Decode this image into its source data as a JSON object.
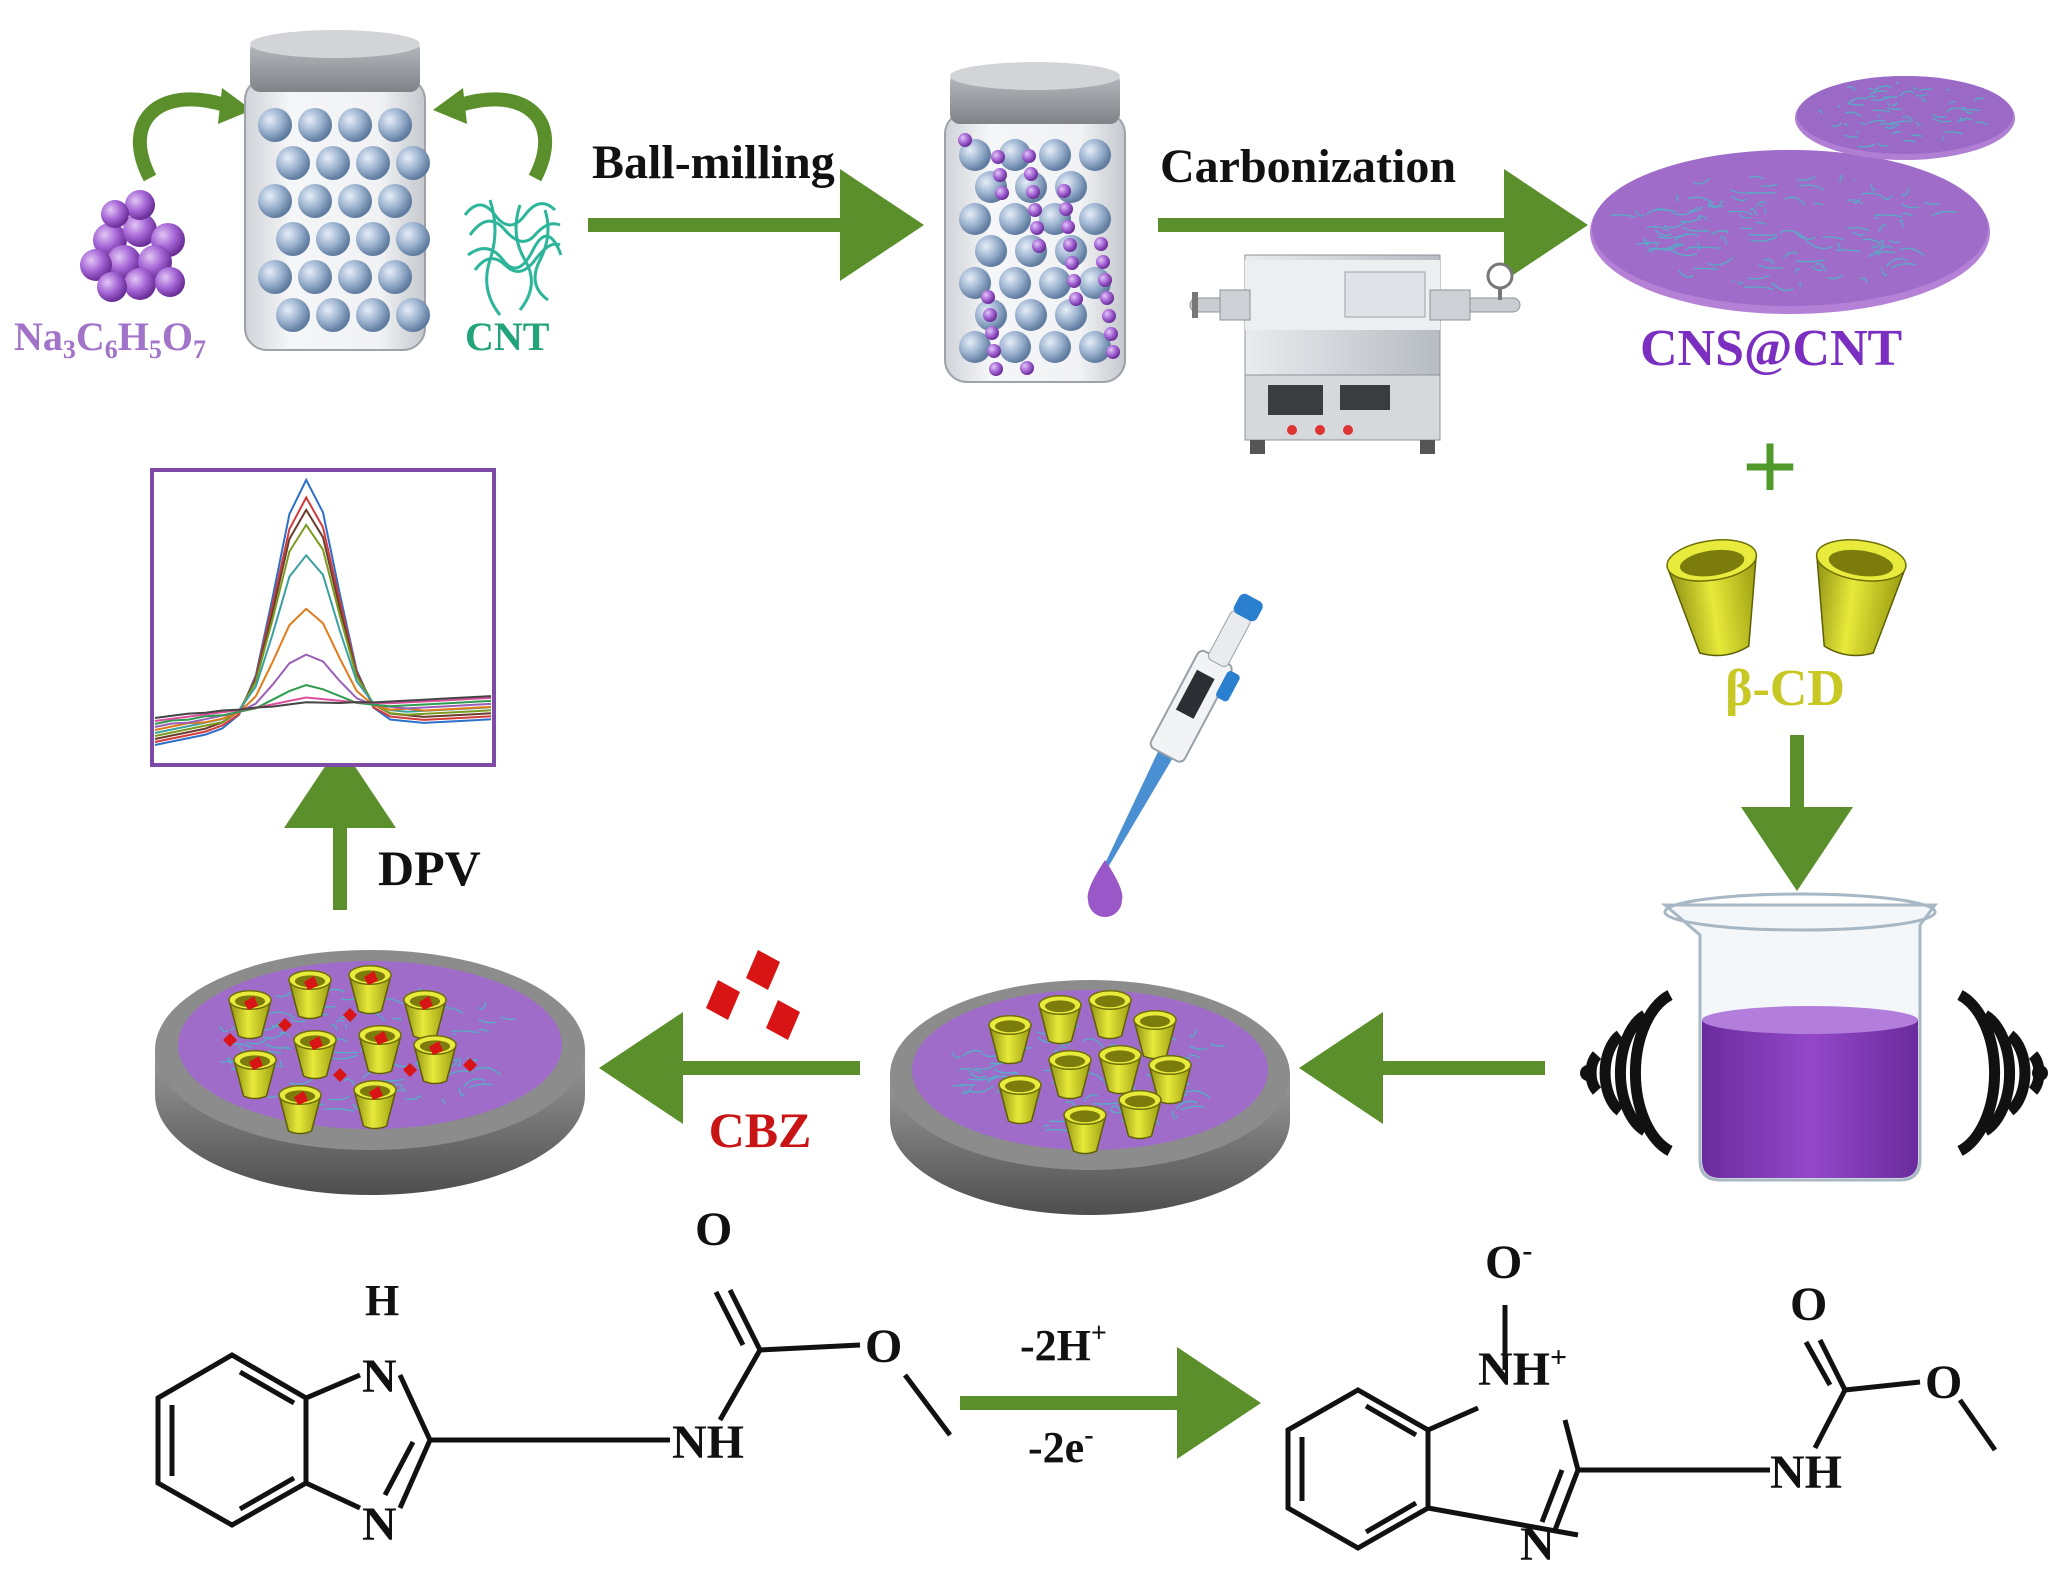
{
  "labels": {
    "sodium_citrate": {
      "main": "Na",
      "s1": "3",
      "c": "C",
      "s2": "6",
      "h": "H",
      "s3": "5",
      "o": "O",
      "s4": "7"
    },
    "cnt": "CNT",
    "ball_milling": "Ball-milling",
    "carbonization": "Carbonization",
    "cns_cnt": "CNS@CNT",
    "plus": "+",
    "beta_cd": "β-CD",
    "dpv": "DPV",
    "cbz": "CBZ"
  },
  "reaction": {
    "reactant": {
      "h": "H",
      "n1": "N",
      "n2": "N",
      "nh": "NH",
      "o_carbonyl": "O",
      "o_ester": "O"
    },
    "product": {
      "o_minus": "O",
      "o_charge": "-",
      "nh_plus": "NH",
      "nh_charge": "+",
      "n2": "N",
      "nh": "NH",
      "o_carbonyl": "O",
      "o_ester": "O"
    },
    "condition_top": {
      "text": "-2H",
      "sup": "+"
    },
    "condition_bottom": {
      "text": "-2e",
      "sup": "-"
    }
  },
  "colors": {
    "arrow": "#5a8f2c",
    "purple_text": "#a274c9",
    "cnt_text": "#23a37a",
    "cns_text": "#7a2fc1",
    "beta_cd_text": "#c8c825",
    "cbz_text": "#c81414",
    "plus": "#4f9a2a",
    "frame": "#7d4aa8"
  },
  "icons": [
    "green-curved-arrow-icon",
    "sphere-cluster-icon",
    "cnt-fiber-icon",
    "jar-icon",
    "tube-furnace-icon",
    "film-disk-icon",
    "cone-cup-icon",
    "beaker-icon",
    "sound-wave-icon",
    "electrode-icon",
    "pipette-icon",
    "droplet-icon",
    "diamond-icon"
  ],
  "chart_data": {
    "type": "line",
    "title": "",
    "xlabel": "",
    "ylabel": "",
    "x": [
      0,
      1,
      2,
      3,
      4,
      5,
      6,
      7,
      8,
      9,
      10,
      11,
      12,
      13,
      14,
      15,
      16,
      17,
      18,
      19,
      20
    ],
    "series": [
      {
        "values": [
          0,
          0.1,
          0.2,
          0.3,
          0.5,
          1.0,
          2.5,
          5.5,
          8.7,
          10,
          8.7,
          5.5,
          2.5,
          1.0,
          0.5,
          0.4,
          0.3,
          0.3,
          0.3,
          0.3,
          0.3
        ]
      },
      {
        "values": [
          0,
          0.1,
          0.2,
          0.3,
          0.5,
          0.9,
          2.3,
          5.1,
          8.0,
          9.2,
          8.0,
          5.1,
          2.3,
          0.9,
          0.5,
          0.4,
          0.3,
          0.3,
          0.3,
          0.3,
          0.3
        ]
      },
      {
        "values": [
          0,
          0.1,
          0.2,
          0.3,
          0.5,
          0.9,
          2.1,
          4.7,
          7.5,
          8.6,
          7.5,
          4.7,
          2.1,
          0.9,
          0.5,
          0.4,
          0.3,
          0.3,
          0.3,
          0.3,
          0.3
        ]
      },
      {
        "values": [
          0,
          0.1,
          0.2,
          0.3,
          0.4,
          0.8,
          1.9,
          4.3,
          6.9,
          7.9,
          6.9,
          4.3,
          1.9,
          0.8,
          0.4,
          0.3,
          0.3,
          0.3,
          0.3,
          0.3,
          0.3
        ]
      },
      {
        "values": [
          0,
          0.1,
          0.2,
          0.3,
          0.4,
          0.7,
          1.6,
          3.6,
          5.8,
          6.6,
          5.8,
          3.6,
          1.6,
          0.7,
          0.4,
          0.3,
          0.3,
          0.3,
          0.3,
          0.3,
          0.3
        ]
      },
      {
        "values": [
          0,
          0.1,
          0.2,
          0.2,
          0.3,
          0.5,
          1.1,
          2.4,
          3.8,
          4.4,
          3.8,
          2.4,
          1.1,
          0.5,
          0.3,
          0.3,
          0.2,
          0.2,
          0.2,
          0.2,
          0.2
        ]
      },
      {
        "values": [
          0,
          0.1,
          0.1,
          0.2,
          0.3,
          0.4,
          0.7,
          1.4,
          2.2,
          2.5,
          2.2,
          1.4,
          0.7,
          0.4,
          0.3,
          0.2,
          0.2,
          0.2,
          0.2,
          0.2,
          0.2
        ]
      },
      {
        "values": [
          0,
          0.1,
          0.1,
          0.2,
          0.2,
          0.3,
          0.4,
          0.7,
          1.0,
          1.2,
          1.0,
          0.7,
          0.4,
          0.3,
          0.2,
          0.2,
          0.2,
          0.2,
          0.2,
          0.2,
          0.2
        ]
      },
      {
        "values": [
          0,
          0.05,
          0.1,
          0.15,
          0.2,
          0.25,
          0.3,
          0.4,
          0.5,
          0.6,
          0.5,
          0.4,
          0.3,
          0.25,
          0.2,
          0.2,
          0.2,
          0.2,
          0.2,
          0.2,
          0.2
        ]
      },
      {
        "values": [
          0,
          0.05,
          0.1,
          0.1,
          0.15,
          0.15,
          0.2,
          0.2,
          0.25,
          0.3,
          0.25,
          0.2,
          0.2,
          0.15,
          0.15,
          0.15,
          0.15,
          0.15,
          0.15,
          0.15,
          0.15
        ]
      }
    ],
    "colors": [
      "#2d6fc9",
      "#d33a3a",
      "#6b3b2b",
      "#7a9b20",
      "#3aa0a0",
      "#e07b1a",
      "#9a5fb8",
      "#2d9c4e",
      "#d94f9b",
      "#444444"
    ]
  }
}
